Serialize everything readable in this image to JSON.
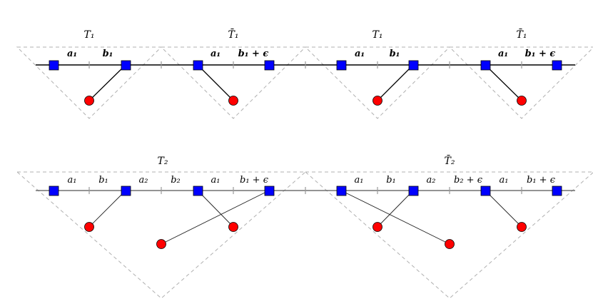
{
  "row1": {
    "triangles": [
      {
        "title": "T₁",
        "labels": [
          "a₁",
          "b₁"
        ]
      },
      {
        "title": "T̄₁",
        "labels": [
          "a₁",
          "b₁ + ϵ"
        ]
      },
      {
        "title": "T₁",
        "labels": [
          "a₁",
          "b₁"
        ]
      },
      {
        "title": "T̄₁",
        "labels": [
          "a₁",
          "b₁ + ϵ"
        ]
      }
    ]
  },
  "row2": {
    "triangles": [
      {
        "title": "T₂",
        "labels": [
          "a₁",
          "b₁",
          "a₂",
          "b₂",
          "a₁",
          "b₁ + ϵ"
        ]
      },
      {
        "title": "T̄₂",
        "labels": [
          "a₁",
          "b₁",
          "a₂",
          "b₂ + ϵ",
          "a₁",
          "b₁ + ϵ"
        ]
      }
    ]
  },
  "colors": {
    "square": "#0000ff",
    "circle": "#ff0000",
    "dashed": "#b0b0b0",
    "tick": "#999999",
    "line": "#000000"
  }
}
